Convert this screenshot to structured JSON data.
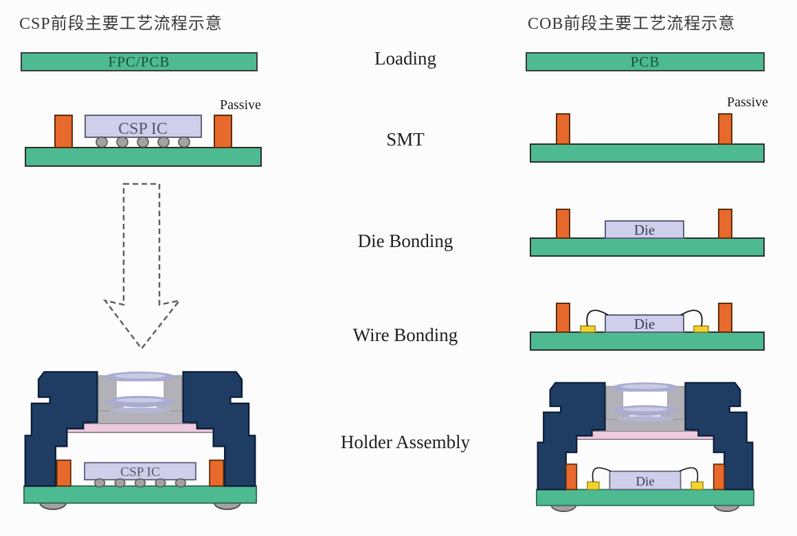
{
  "csp": {
    "title": "CSP前段主要工艺流程示意",
    "board_label": "FPC/PCB",
    "passive_label": "Passive",
    "chip_label": "CSP IC"
  },
  "cob": {
    "title": "COB前段主要工艺流程示意",
    "board_label": "PCB",
    "passive_label": "Passive",
    "die_label": "Die"
  },
  "process_steps": [
    "Loading",
    "SMT",
    "Die Bonding",
    "Wire Bonding",
    "Holder Assembly"
  ],
  "colors": {
    "pcb_green": "#4eba91",
    "passive_orange": "#e8692c",
    "chip_lavender": "#cfcfec",
    "holder_navy": "#1f3d63",
    "ir_filter_pink": "#eecade",
    "bond_pad_yellow": "#f2d332",
    "barrel_gray": "#b2b1b7",
    "lens_lavender": "#a9abd0",
    "solder_gray": "#a3a1a2"
  }
}
